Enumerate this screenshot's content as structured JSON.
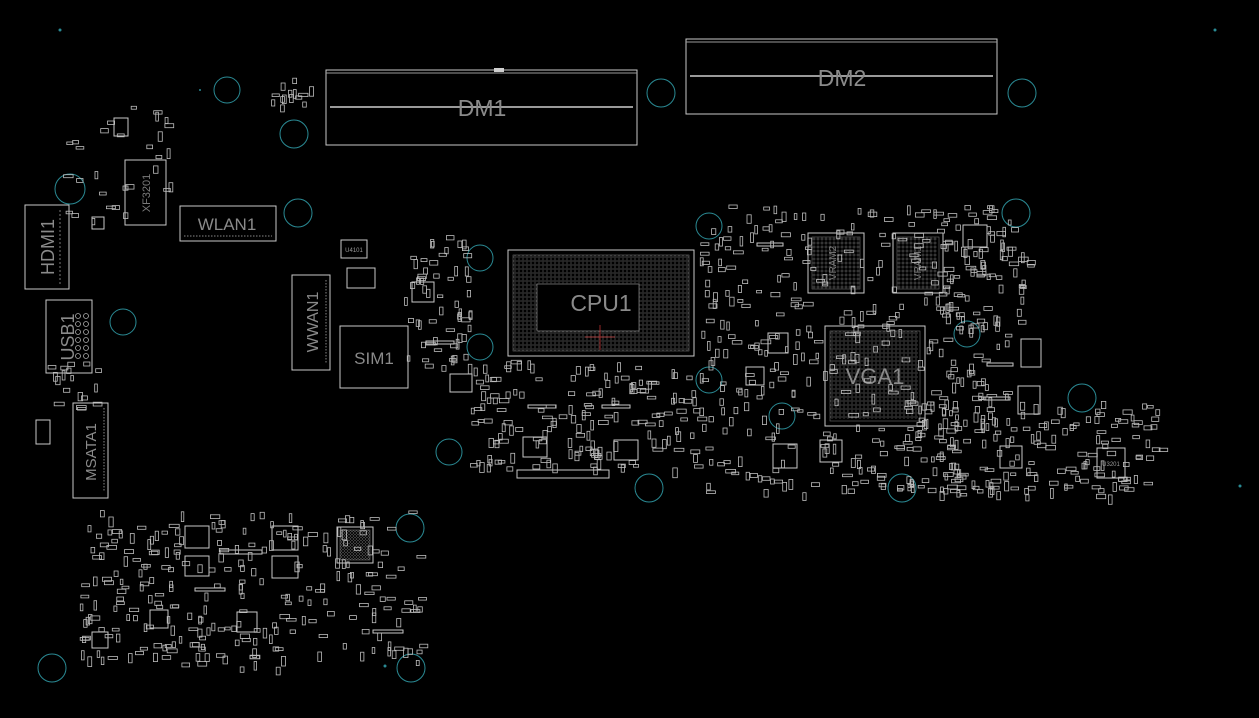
{
  "components": {
    "dm1": "DM1",
    "dm2": "DM2",
    "cpu": "CPU1",
    "vga": "VGA1",
    "vram1": "VRAM1",
    "vram2": "VRAM2",
    "hdmi": "HDMI1",
    "usb": "USB1",
    "msata": "MSATA1",
    "wlan": "WLAN1",
    "wwan": "WWAN1",
    "sim": "SIM1",
    "xf3201": "XF3201",
    "u4101": "U4101",
    "u3201": "U3201"
  },
  "colors": {
    "background": "#000000",
    "outline": "#c8c8c8",
    "label": "#8a8a8a",
    "mounting_hole": "#2a8a94"
  }
}
